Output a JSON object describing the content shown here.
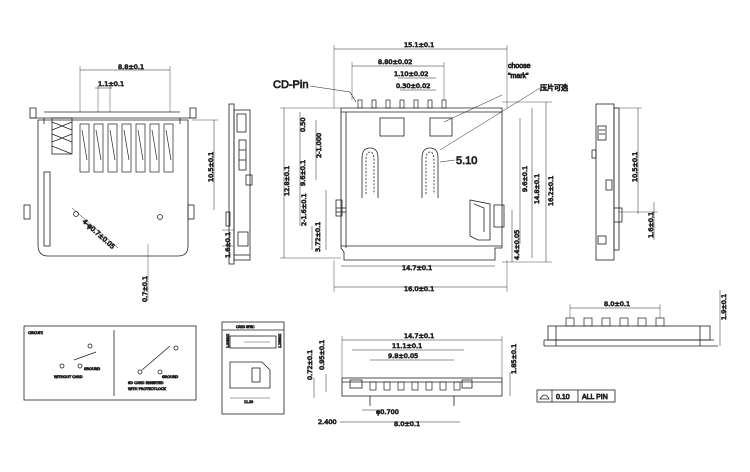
{
  "views": {
    "left": {
      "dim_top": "8.8±0.1",
      "dim_sub": "1.1±0.1",
      "dim_height": "10.5±0.1",
      "dim_bottom": "0.7±0.1",
      "dim_diag": "4-φ0.7±0.05"
    },
    "side_left": {
      "dim_a": "1.6±0.1"
    },
    "top": {
      "label_cd_pin": "CD-Pin",
      "label_choose": "choose",
      "label_mark": "\"mark\"",
      "label_press": "压片可选",
      "label_angle": "5.10",
      "dim_total_w": "15.1±0.1",
      "dim_8_80": "8.80±0.02",
      "dim_1_10": "1.10±0.02",
      "dim_0_30": "0.30±0.02",
      "dim_0_50": "0.50",
      "dim_2_1000": "2-1.000",
      "dim_9_6": "9.6±0.1",
      "dim_12_8": "12.8±0.1",
      "dim_2_1_6": "2-1.6±0.1",
      "dim_3_72": "3.72±0.1",
      "dim_14_7": "14.7±0.1",
      "dim_16_0": "16.0±0.1",
      "dim_4_4": "4.4±0.05",
      "dim_9_6r": "9.6±0.1",
      "dim_14_8": "14.8±0.1",
      "dim_16_2": "16.2±0.1"
    },
    "right": {
      "dim_10_5": "10.5±0.1",
      "dim_1_6": "1.6±0.1"
    },
    "front": {
      "dim_14_7": "14.7±0.1",
      "dim_11_1": "11.1±0.1",
      "dim_9_8": "9.8±0.05",
      "dim_0_72": "0.72±0.1",
      "dim_0_95": "0.95±0.1",
      "dim_1_85": "1.85±0.1",
      "dim_phi": "φ0.700",
      "dim_2_400": "2.400",
      "dim_8_0": "8.0±0.1",
      "flatness_value": "0.10",
      "flatness_scope": "ALL PIN"
    },
    "side_right": {
      "dim_8_0": "8.0±0.1",
      "dim_1_9": "1.9±0.1"
    },
    "circuit": {
      "title": "CIRCUIT:",
      "label_ground": "GROUND",
      "label_without": "WITHOUT CARD",
      "label_ground2": "GROUND",
      "label_sd": "SD CARD INSERTED",
      "label_protect": "WITH PROTECT-LOCK"
    },
    "card_spec": {
      "title": "CARD SPEC",
      "dim_left": "1.00MAX",
      "dim_right": "1.25MAX",
      "dim_bottom": "11.20"
    }
  }
}
